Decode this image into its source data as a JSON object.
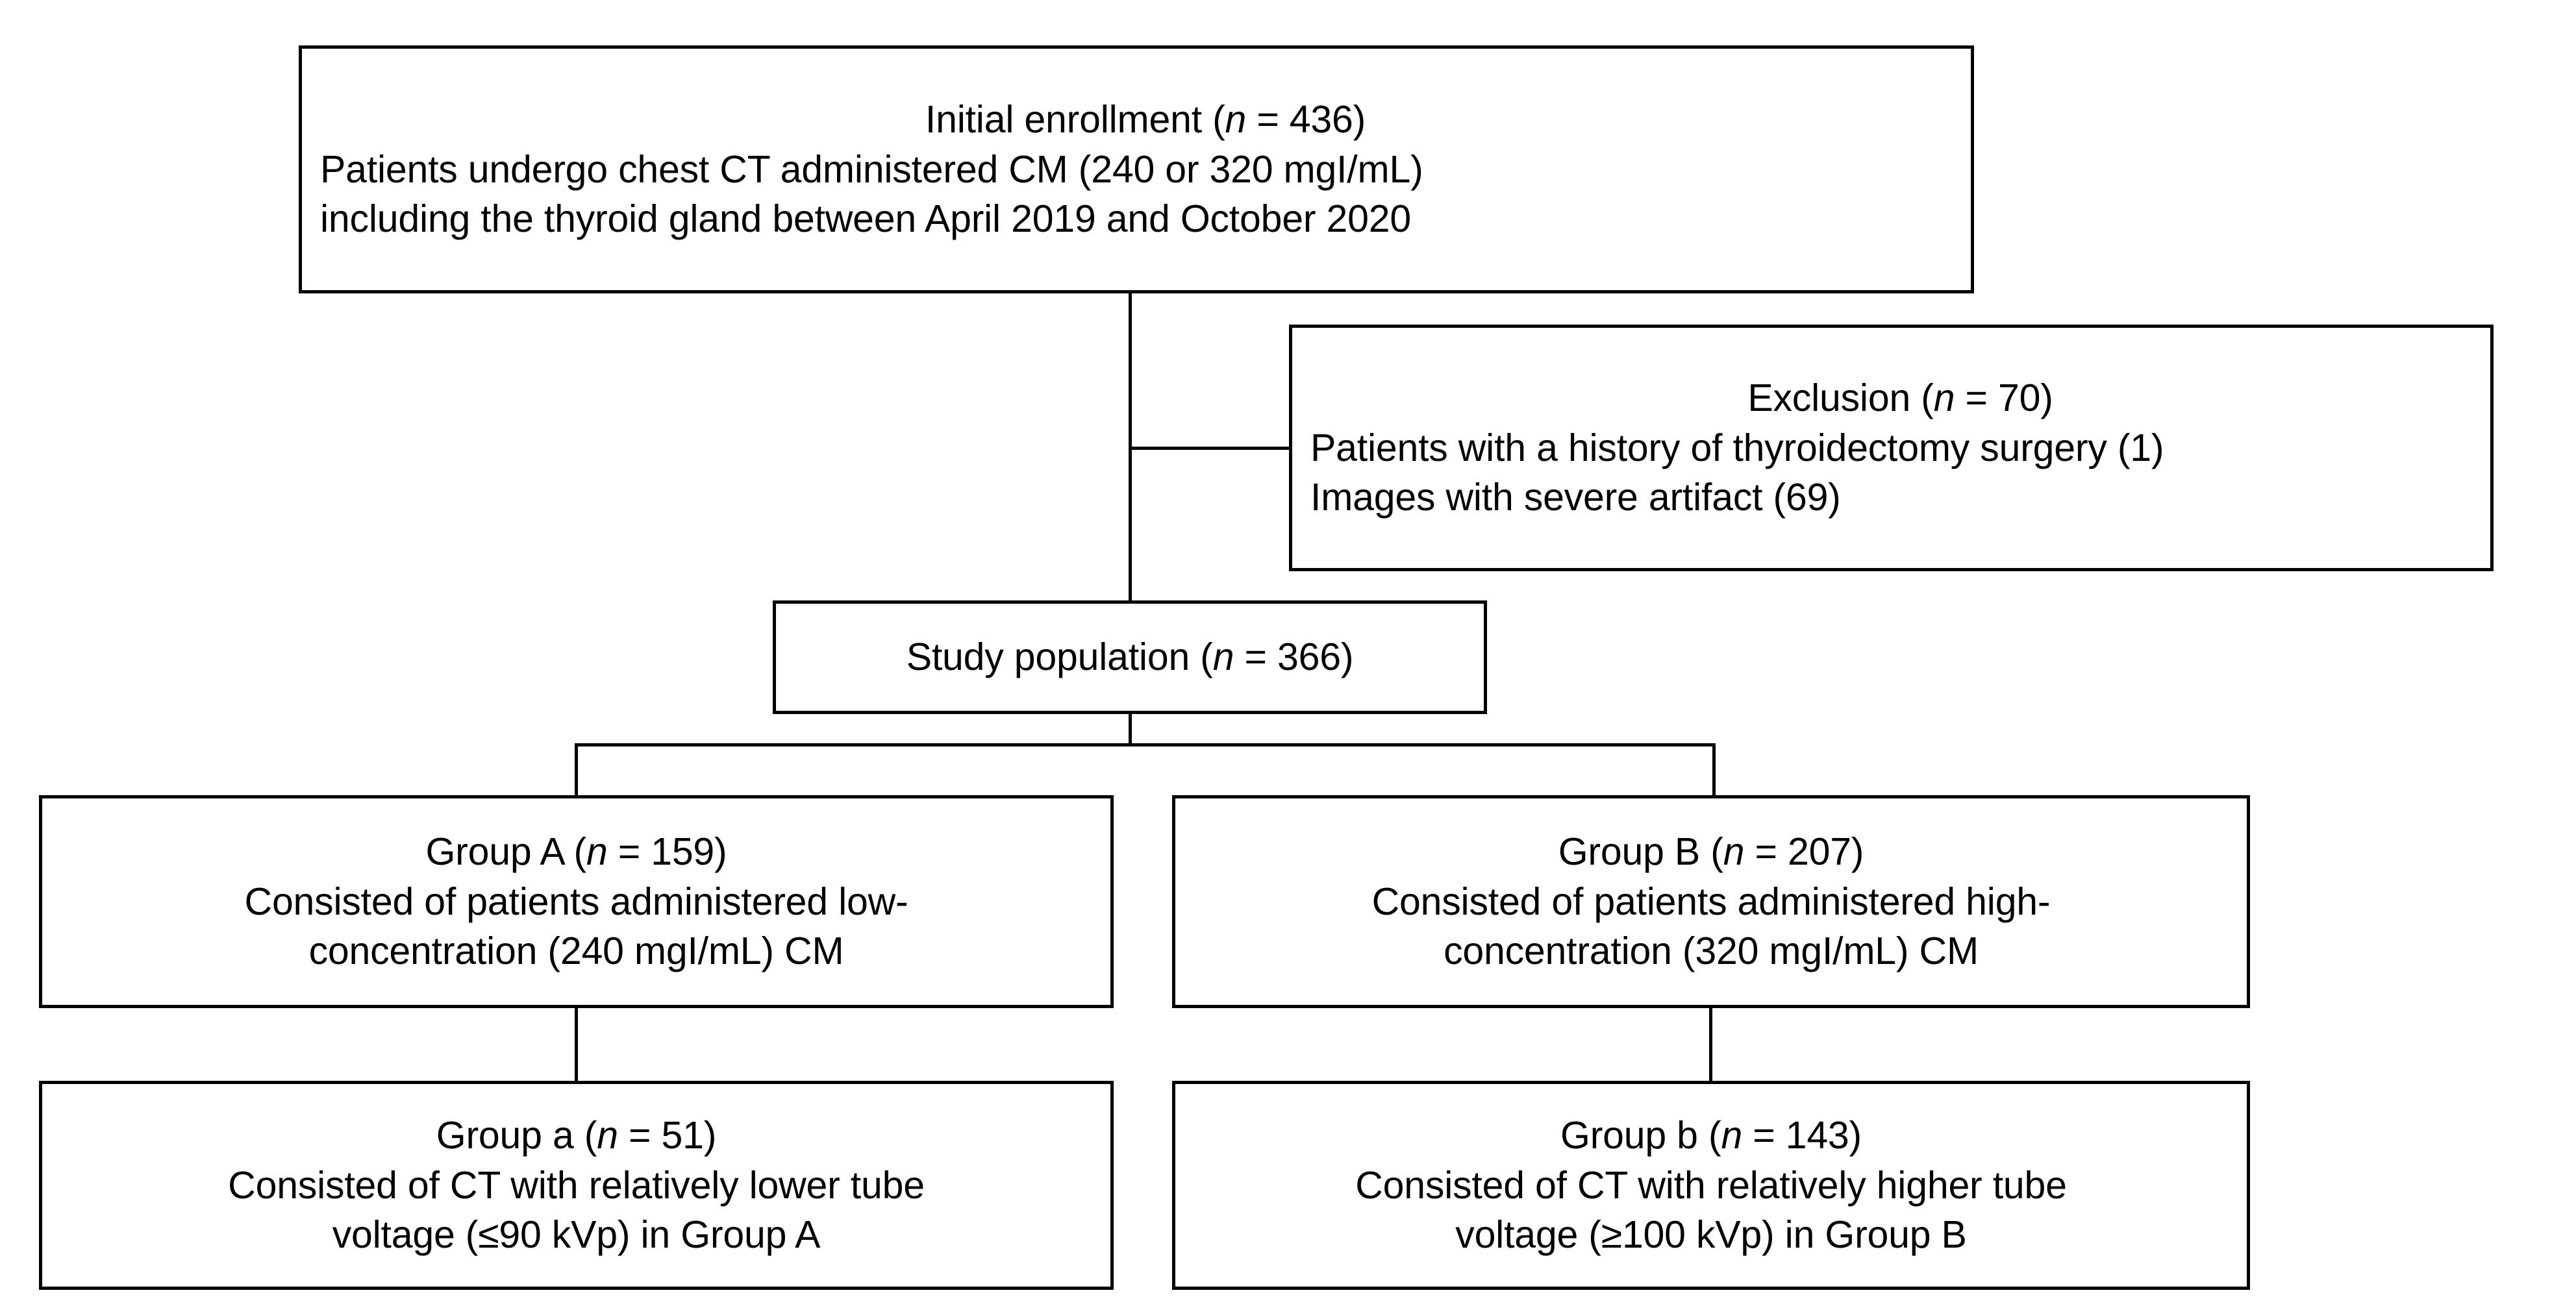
{
  "figure": {
    "type": "flowchart",
    "orientation": "top-down",
    "background_color": "#ffffff",
    "line_color": "#000000",
    "text_color": "#000000"
  },
  "nodes": {
    "initial": {
      "id": "initial-enrollment",
      "headline_prefix": "Initial enrollment (",
      "headline_var": "n",
      "headline_suffix": " = 436)",
      "n": 436,
      "line2": "Patients undergo chest CT administered CM (240 or 320 mgI/mL)",
      "line3": "including the thyroid gland between April 2019 and October 2020"
    },
    "exclusion": {
      "id": "exclusion",
      "headline_prefix": "Exclusion (",
      "headline_var": "n",
      "headline_suffix": " = 70)",
      "n": 70,
      "line2": "Patients with a history of thyroidectomy surgery (1)",
      "line3": "Images with severe artifact (69)",
      "reasons": [
        {
          "label": "Patients with a history of thyroidectomy surgery",
          "count": 1
        },
        {
          "label": "Images with severe artifact",
          "count": 69
        }
      ]
    },
    "study_population": {
      "id": "study-population",
      "headline_prefix": "Study population (",
      "headline_var": "n",
      "headline_suffix": " = 366)",
      "n": 366
    },
    "group_a": {
      "id": "group-a",
      "headline_prefix": "Group A (",
      "headline_var": "n",
      "headline_suffix": " = 159)",
      "n": 159,
      "line2": "Consisted of patients administered low-",
      "line3": "concentration (240 mgI/mL) CM"
    },
    "group_b": {
      "id": "group-b",
      "headline_prefix": "Group B (",
      "headline_var": "n",
      "headline_suffix": " = 207)",
      "n": 207,
      "line2": "Consisted of patients administered high-",
      "line3": "concentration (320 mgI/mL) CM"
    },
    "group_a_low": {
      "id": "group-a-lowercase",
      "headline_prefix": "Group a (",
      "headline_var": "n",
      "headline_suffix": " = 51)",
      "n": 51,
      "line2": "Consisted of CT with relatively lower tube",
      "line3": "voltage (≤90 kVp) in Group A"
    },
    "group_b_high": {
      "id": "group-b-lowercase",
      "headline_prefix": "Group b (",
      "headline_var": "n",
      "headline_suffix": " = 143)",
      "n": 143,
      "line2": "Consisted of CT with relatively higher tube",
      "line3": "voltage (≥100 kVp) in Group B"
    }
  },
  "edges": [
    {
      "from": "initial-enrollment",
      "to": "study-population",
      "style": "vertical"
    },
    {
      "from": "initial-enrollment",
      "to": "exclusion",
      "style": "elbow-right"
    },
    {
      "from": "study-population",
      "to": "group-a",
      "style": "split"
    },
    {
      "from": "study-population",
      "to": "group-b",
      "style": "split"
    },
    {
      "from": "group-a",
      "to": "group-a-lowercase",
      "style": "vertical"
    },
    {
      "from": "group-b",
      "to": "group-b-lowercase",
      "style": "vertical"
    }
  ]
}
